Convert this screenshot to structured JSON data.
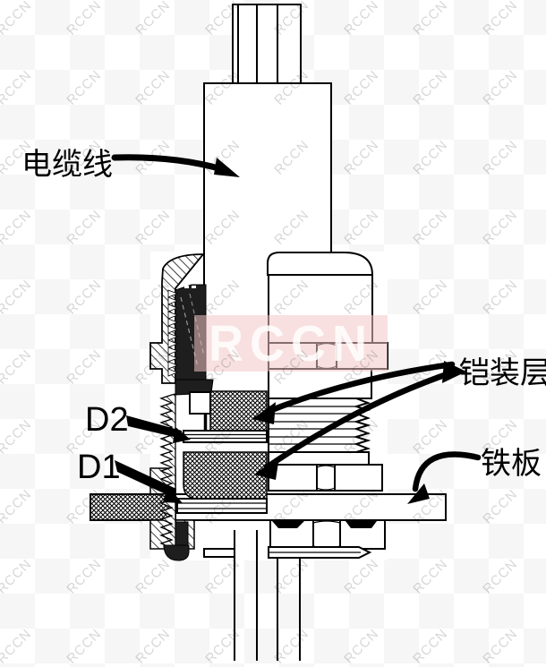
{
  "watermark": {
    "text": "RCCN",
    "big_text": "RCCN",
    "small_color": "rgba(0,0,0,0.16)",
    "band_color": "rgba(242,198,198,0.55)",
    "band_text_color": "rgba(255,253,253,0.88)"
  },
  "labels": {
    "cable": "电缆线",
    "armor": "铠装层",
    "plate": "铁板",
    "d2": "D2",
    "d1": "D1"
  },
  "colors": {
    "line": "#000000",
    "fill": "#ffffff",
    "insert": "#1e1e1e",
    "checker": "#f6f6f6"
  }
}
